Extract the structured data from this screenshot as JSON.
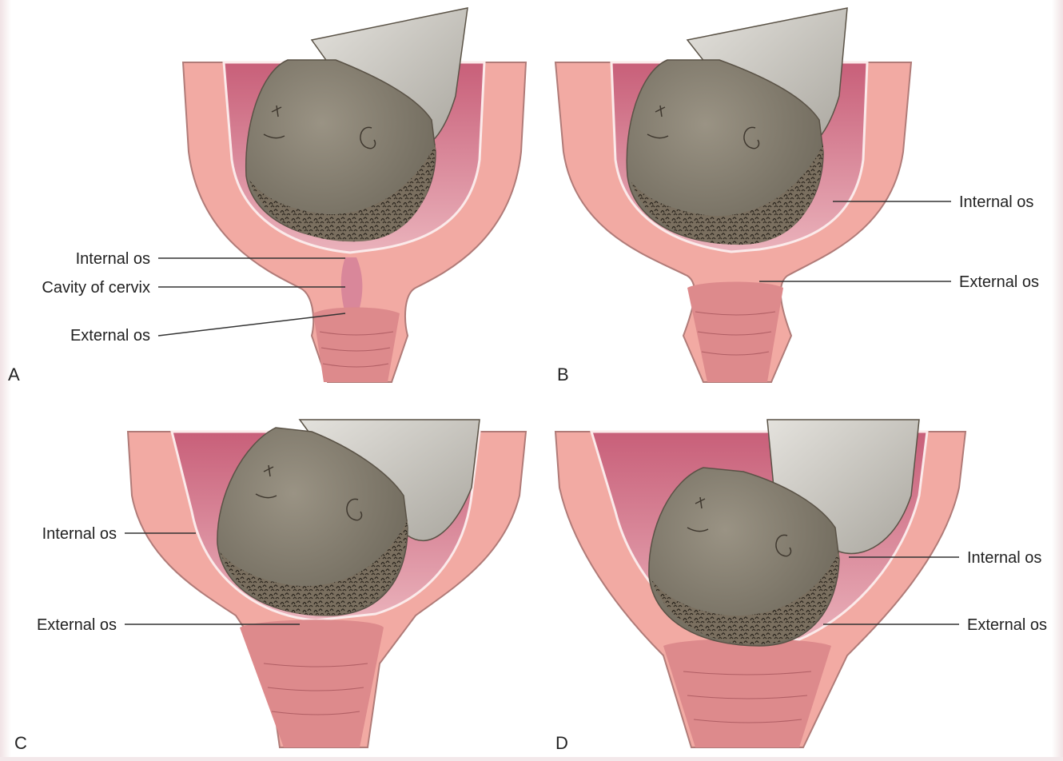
{
  "colors": {
    "wall": "#f2aaa3",
    "wall_outline": "#b07b78",
    "lining": "#fbeaea",
    "cavity_top": "#c85f79",
    "cavity_bottom": "#e7a9b3",
    "cervix_tissue": "#efa09a",
    "vagina": "#dd8a8c",
    "head": "#878072",
    "head_dark": "#605a4f",
    "hair": "#4c4337",
    "body": "#c9c6bf",
    "label_line": "#333333"
  },
  "panels": [
    {
      "letter": "A",
      "labels": [
        "Internal os",
        "Cavity of cervix",
        "External os"
      ]
    },
    {
      "letter": "B",
      "labels": [
        "Internal os",
        "External os"
      ]
    },
    {
      "letter": "C",
      "labels": [
        "Internal os",
        "External os"
      ]
    },
    {
      "letter": "D",
      "labels": [
        "Internal os",
        "External os"
      ]
    }
  ]
}
